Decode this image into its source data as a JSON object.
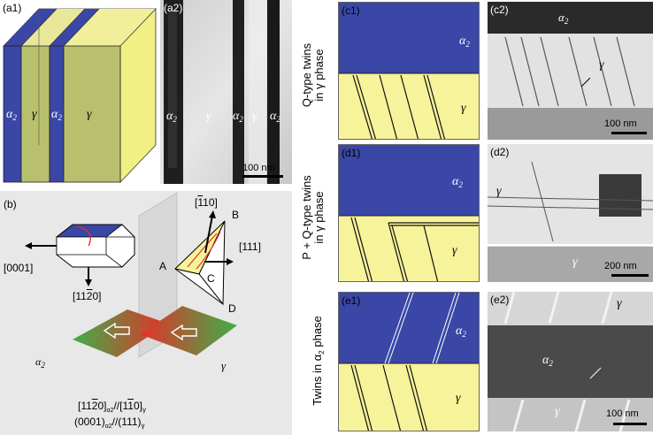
{
  "panels": {
    "a1": "(a1)",
    "a2": "(a2)",
    "b": "(b)",
    "c1": "(c1)",
    "c2": "(c2)",
    "d1": "(d1)",
    "d2": "(d2)",
    "e1": "(e1)",
    "e2": "(e2)"
  },
  "phases": {
    "alpha2": "α",
    "alpha2_sub": "2",
    "gamma": "γ"
  },
  "scale_bars": {
    "a2": "100 nm",
    "c2": "100 nm",
    "d2": "200 nm",
    "e2": "100 nm"
  },
  "row_labels": {
    "c_line1": "Q-type twins",
    "c_line2": "in γ phase",
    "d_line1": "P + Q-type twins",
    "d_line2": "in γ phase",
    "e_line1": "Twins in α",
    "e_line1_sub": "2",
    "e_line2": " phase"
  },
  "b_labels": {
    "dir_0001": "[0001]",
    "dir_1120": "[11",
    "dir_1120_bar": "2",
    "dir_1120_end": "0]",
    "dir_110": "[",
    "dir_110_bar": "1",
    "dir_110_end": "10]",
    "dir_111": "[111]",
    "A": "A",
    "B": "B",
    "C": "C",
    "D": "D",
    "rel1": "[11",
    "rel1_bar": "2",
    "rel1_mid": "0]",
    "rel1_sub1": "α2",
    "rel1_mid2": "//[1",
    "rel1_bar2": "1",
    "rel1_end": "0]",
    "rel1_sub2": "γ",
    "rel2": "(0001)",
    "rel2_sub1": "α2",
    "rel2_mid": "//(111)",
    "rel2_sub2": "γ"
  },
  "colors": {
    "alpha2_blue": "#3a47a6",
    "gamma_yellow": "#f7f39a",
    "panel_b_bg": "#e8e8e8",
    "green": "#3fae49",
    "red": "#e5302a"
  }
}
